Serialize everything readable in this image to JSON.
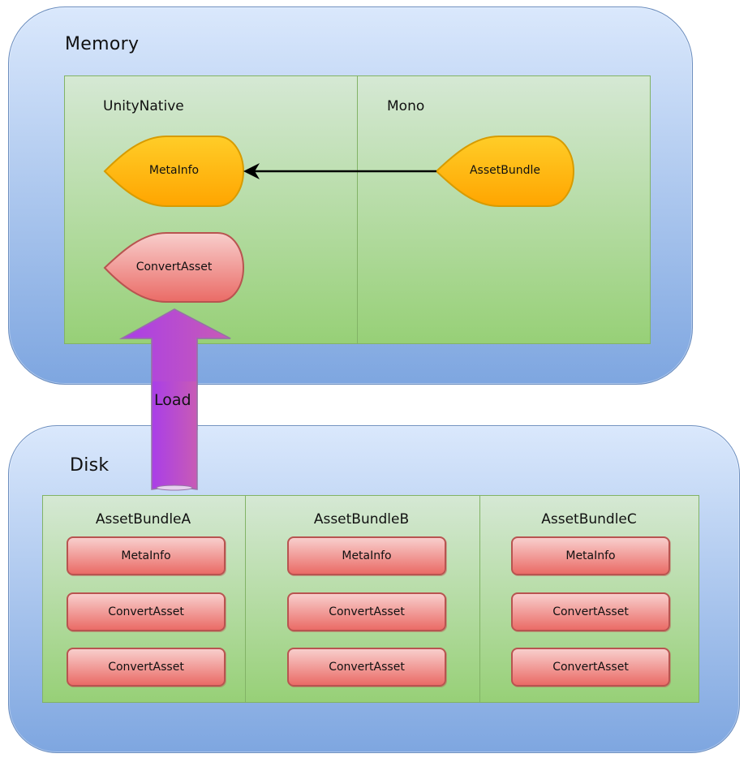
{
  "memory": {
    "title": "Memory",
    "lanes": [
      {
        "label": "UnityNative"
      },
      {
        "label": "Mono"
      }
    ],
    "shapes": {
      "metainfo": "MetaInfo",
      "assetbundle": "AssetBundle",
      "convertasset": "ConvertAsset"
    }
  },
  "disk": {
    "title": "Disk",
    "bundles": [
      {
        "title": "AssetBundleA",
        "items": [
          "MetaInfo",
          "ConvertAsset",
          "ConvertAsset"
        ]
      },
      {
        "title": "AssetBundleB",
        "items": [
          "MetaInfo",
          "ConvertAsset",
          "ConvertAsset"
        ]
      },
      {
        "title": "AssetBundleC",
        "items": [
          "MetaInfo",
          "ConvertAsset",
          "ConvertAsset"
        ]
      }
    ]
  },
  "connectors": {
    "load_label": "Load",
    "reference_arrow": {
      "from": "AssetBundle",
      "to": "MetaInfo"
    },
    "load_arrow": {
      "from": "AssetBundleA",
      "to": "ConvertAsset"
    }
  },
  "colors": {
    "region_fill_top": "#dae8fc",
    "region_fill_bottom": "#7ea6e0",
    "pool_fill_top": "#d5e8d4",
    "pool_fill_bottom": "#97d077",
    "orange_fill_top": "#ffcd28",
    "orange_fill_bottom": "#ffa500",
    "red_fill_top": "#f8cecc",
    "red_fill_bottom": "#ea6b66",
    "load_arrow_left": "#a93ee8",
    "load_arrow_right": "#c85bb5"
  }
}
